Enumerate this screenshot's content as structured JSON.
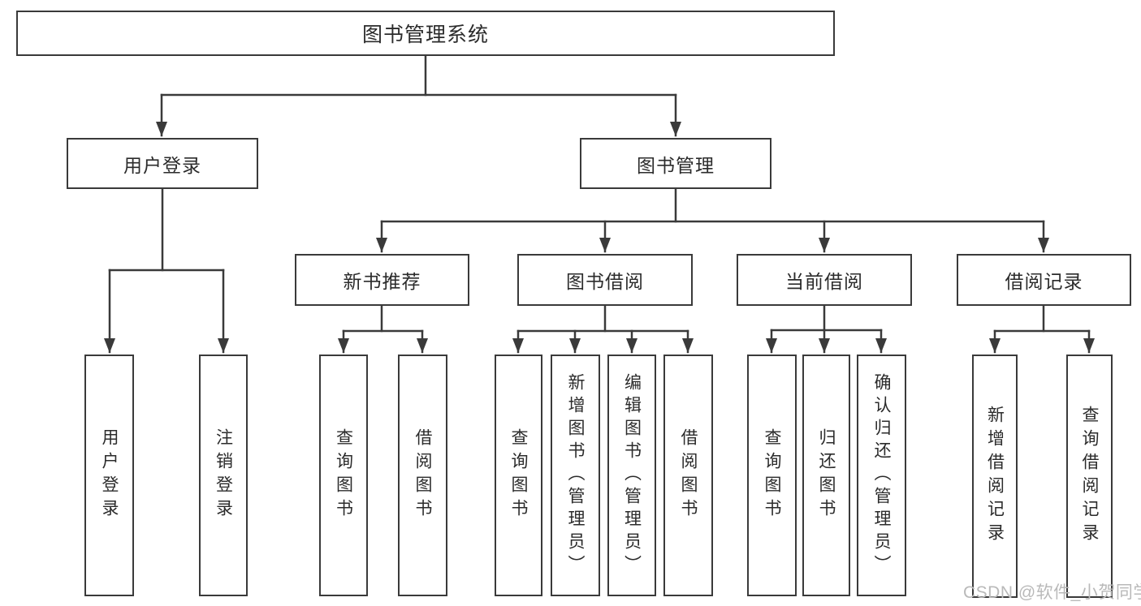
{
  "diagram": {
    "root": {
      "label": "图书管理系统"
    },
    "branches": {
      "user_login": {
        "label": "用户登录",
        "children": [
          {
            "label": "用户登录"
          },
          {
            "label": "注销登录"
          }
        ]
      },
      "book_mgmt": {
        "label": "图书管理",
        "children": [
          {
            "label": "新书推荐",
            "children": [
              {
                "label": "查询图书"
              },
              {
                "label": "借阅图书"
              }
            ]
          },
          {
            "label": "图书借阅",
            "children": [
              {
                "label": "查询图书"
              },
              {
                "label": "新增图书（管理员）"
              },
              {
                "label": "编辑图书（管理员）"
              },
              {
                "label": "借阅图书"
              }
            ]
          },
          {
            "label": "当前借阅",
            "children": [
              {
                "label": "查询图书"
              },
              {
                "label": "归还图书"
              },
              {
                "label": "确认归还（管理员）"
              }
            ]
          },
          {
            "label": "借阅记录",
            "children": [
              {
                "label": "新增借阅记录"
              },
              {
                "label": "查询借阅记录"
              }
            ]
          }
        ]
      }
    }
  },
  "watermark": {
    "text": "CSDN @软件_小贺同学"
  },
  "colors": {
    "line": "#3a3a3a",
    "box_border": "#3a3a3a",
    "text": "#2b2b2b",
    "watermark": "#b9b9b9",
    "background": "#ffffff"
  }
}
